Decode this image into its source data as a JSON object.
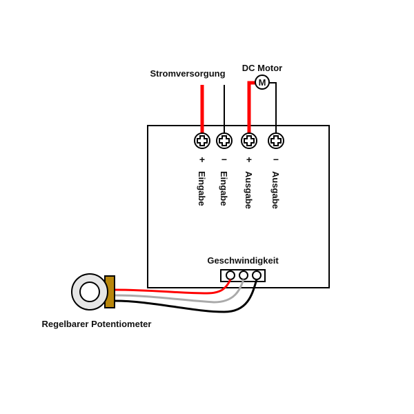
{
  "labels": {
    "power_supply": "Stromversorgung",
    "dc_motor": "DC Motor",
    "motor_symbol": "M",
    "speed": "Geschwindigkeit",
    "potentiometer": "Regelbarer Potentiometer"
  },
  "terminals": [
    {
      "sign": "+",
      "label": "Eingabe",
      "wire_color": "#ff0000"
    },
    {
      "sign": "−",
      "label": "Eingabe",
      "wire_color": "#000000"
    },
    {
      "sign": "+",
      "label": "Ausgabe",
      "wire_color": "#ff0000"
    },
    {
      "sign": "−",
      "label": "Ausgabe",
      "wire_color": "#000000"
    }
  ],
  "colors": {
    "wire_positive": "#ff0000",
    "wire_negative": "#000000",
    "wire_middle": "#aaaaaa",
    "potentiometer_ring": "#e6e6e6",
    "potentiometer_body": "#b8860b"
  }
}
